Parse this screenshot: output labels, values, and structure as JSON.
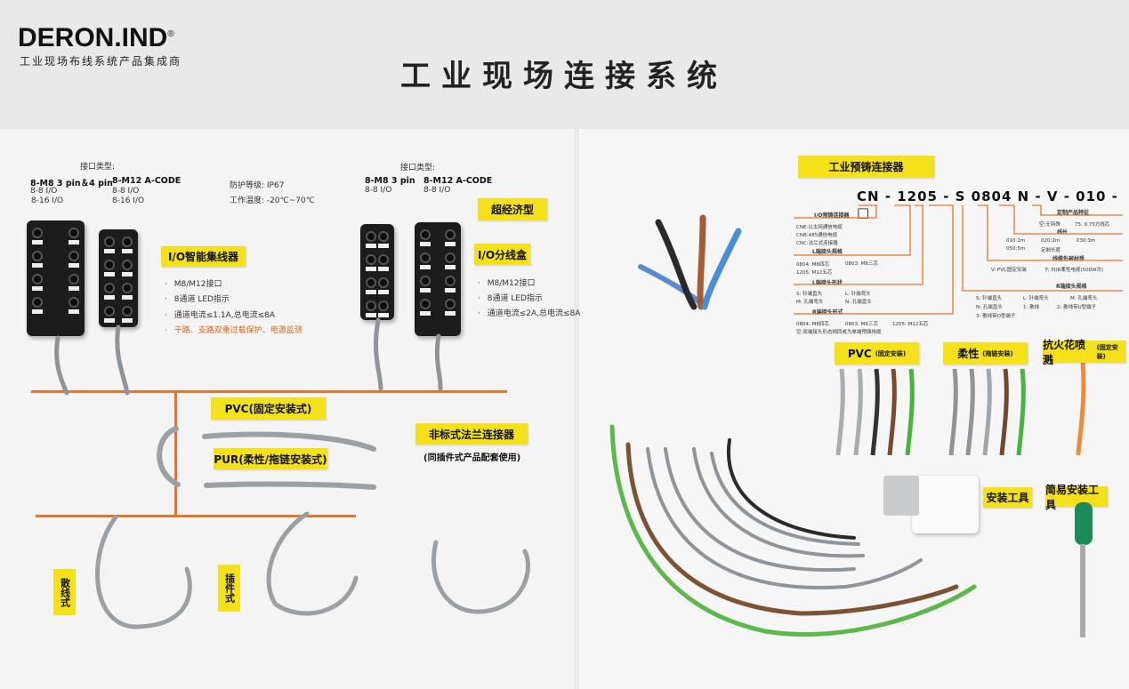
{
  "brand": {
    "name": "DERON.IND",
    "reg": "®",
    "tagline": "工业现场布线系统产品集成商"
  },
  "title": "工业现场连接系统",
  "left": {
    "hub": {
      "interface_label": "接口类型:",
      "col1": {
        "head": "8-M8 3 pin＆4 pin",
        "l1": "8-8 I/O",
        "l2": "8-16 I/O"
      },
      "col2": {
        "head": "8-M12 A-CODE",
        "l1": "8-8 I/O",
        "l2": "8-16 I/O"
      },
      "protection": "防护等级:  IP67",
      "temp": "工作温度:  -20℃~70℃",
      "label": "I/O智能集线器",
      "bullets": [
        "M8/M12接口",
        "8通道 LED指示",
        "通道电流≤1.1A,总电流≤8A"
      ],
      "highlight": "干路、支路双重过载保护、电源监测"
    },
    "box": {
      "interface_label": "接口类型:",
      "col1": {
        "head": "8-M8 3 pin",
        "l1": "8-8 I/O"
      },
      "col2": {
        "head": "8-M12 A-CODE",
        "l1": "8-8 I/O"
      },
      "tag": "超经济型",
      "label": "I/O分线盒",
      "bullets": [
        "M8/M12接口",
        "8通道 LED指示",
        "通道电流≤2A,总电流≤8A"
      ]
    },
    "pvc": "PVC(固定安装式)",
    "pur": "PUR(柔性/拖链安装式)",
    "flange": "非标式法兰连接器",
    "flange_sub": "(同插件式产品配套使用)",
    "loose": "散线式",
    "plug": "插件式"
  },
  "right": {
    "label": "工业预铸连接器",
    "code": "CN - 1205 - S 0804 N - V - 010 - □",
    "breakdown": {
      "io": "I/O预铸连接器",
      "io_items": [
        "CNE:以太网通信电缆",
        "CNB:485通信电缆",
        "CNC:法兰式连接器"
      ],
      "lspec": "L端接头规格",
      "lspec_items": [
        "0804: M8四芯",
        "0803: M8三芯",
        "1205: M12五芯"
      ],
      "lshape": "L端接头形状",
      "lshape_items": [
        "S: 针端直头",
        "L: 针端弯头",
        "M: 孔端弯头",
        "N: 孔端直头"
      ],
      "rform": "R端接头形式",
      "rform_items": [
        "0804: M8四芯",
        "0803: M8三芯",
        "1205: M12五芯"
      ],
      "rform_note": "空:双端接头形态相同或为单端预铸线缆",
      "custom": "定制产品特征",
      "custom_items": [
        "空:无特殊",
        "75: 0.75方线芯"
      ],
      "length": "线长",
      "length_items": [
        "010:1m",
        "020:2m",
        "030:3m",
        "050:5m",
        "定制长度"
      ],
      "jacket": "线缆外被材质",
      "jacket_items": [
        "V: PVC固定安装",
        "F: PUR柔性电缆(500W次)"
      ],
      "rspec": "R端接头规格",
      "rspec_items": [
        "S: 针端直头",
        "L: 针端弯头",
        "M: 孔端弯头",
        "N: 孔端直头",
        "1: 散线",
        "2: 散线带U型端子",
        "3: 散线带O型端子"
      ]
    },
    "cable_pvc": {
      "name": "PVC",
      "note": "(固定安装)"
    },
    "cable_flex": {
      "name": "柔性",
      "note": "(拖链安装)"
    },
    "cable_spark": {
      "name": "抗火花喷溅",
      "note": "(固定安装)"
    },
    "tools": "安装工具",
    "easy_tools": "简易安装工具"
  },
  "colors": {
    "yellow": "#f5e11a",
    "orange": "#e8742d"
  }
}
